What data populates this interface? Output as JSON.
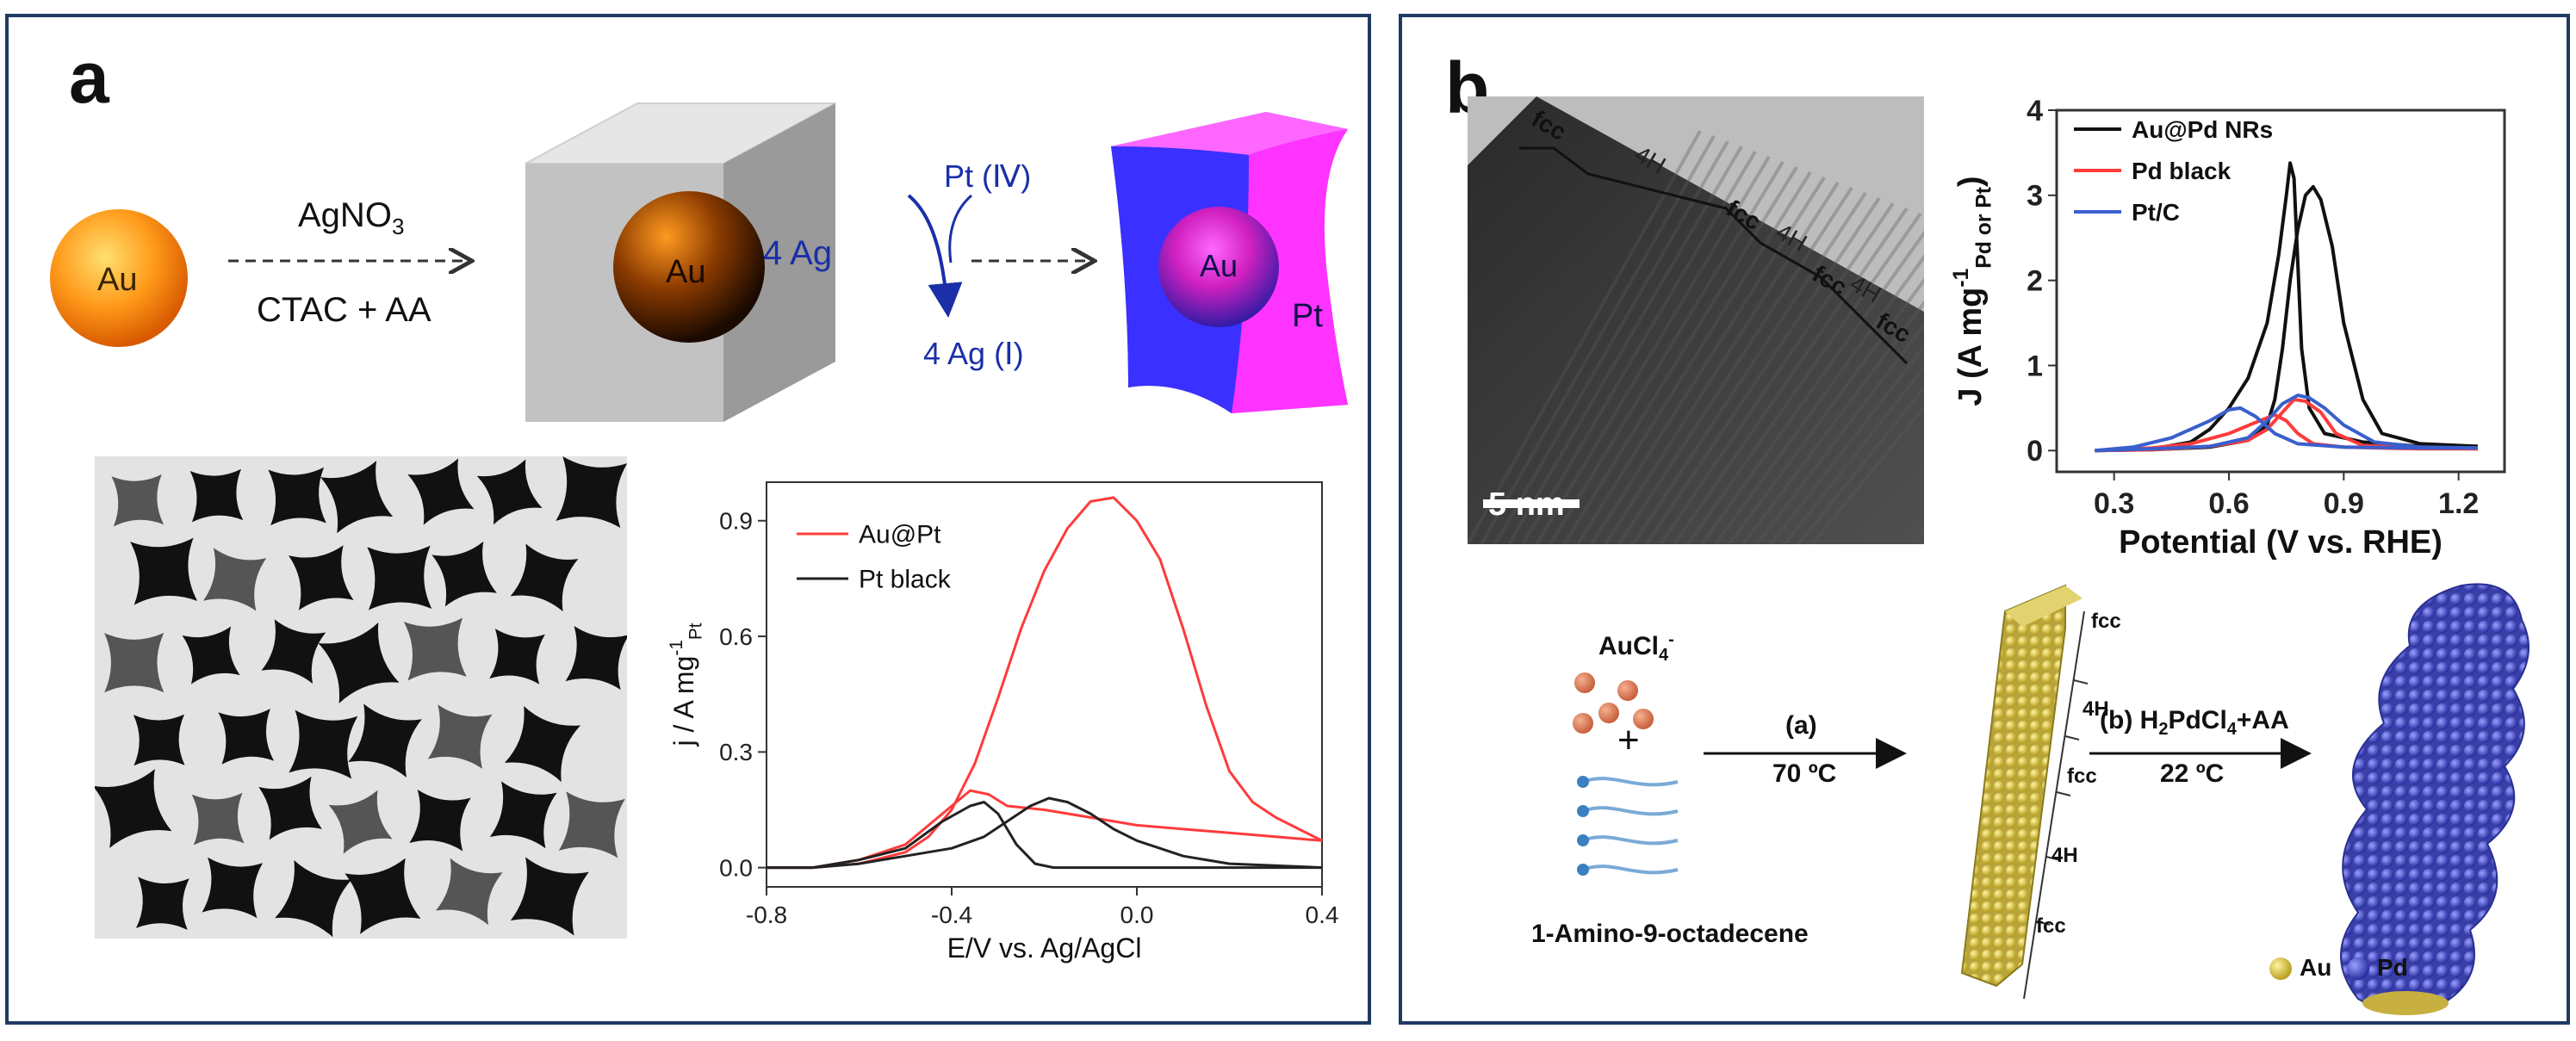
{
  "colors": {
    "frame": "#1f3b63",
    "au_orange": "#ff9a1a",
    "pt_magenta": "#ff33ff",
    "pt_blue": "#2244ff",
    "ag_blue": "#1a2fa8",
    "red": "#ff3b3b",
    "black": "#222222",
    "pd_blue": "#4a52c8",
    "au_gold": "#d7c44a",
    "precursor": "#e08060",
    "ligand": "#7aaad6"
  },
  "panel_a": {
    "letter": "a",
    "scheme": {
      "sphere_label": "Au",
      "step1_reagent_top": "AgNO",
      "step1_reagent_top_sub": "3",
      "step1_reagent_bottom": "CTAC + AA",
      "cube_core_label": "Au",
      "ag_label": "4 Ag",
      "pt_iv_label": "Pt (Ⅳ)",
      "ag_i_label": "4 Ag (Ⅰ)",
      "core_label": "Au",
      "shell_label": "Pt"
    },
    "chart_data": {
      "type": "line",
      "title": "",
      "xlabel": "E/V vs. Ag/AgCl",
      "ylabel": "j / A mg",
      "ylabel_sub": "Pt",
      "ylabel_sup": "-1",
      "xlim": [
        -0.8,
        0.4
      ],
      "ylim": [
        -0.05,
        1.0
      ],
      "xticks": [
        -0.8,
        -0.4,
        0.0,
        0.4
      ],
      "xtick_labels": [
        "-0.8",
        "-0.4",
        "0.0",
        "0.4"
      ],
      "yticks": [
        0.0,
        0.3,
        0.6,
        0.9
      ],
      "ytick_labels": [
        "0.0",
        "0.3",
        "0.6",
        "0.9"
      ],
      "legend_position": "top-left",
      "series": [
        {
          "name": "Au@Pt",
          "color": "#ff3b3b",
          "forward": [
            [
              -0.8,
              0.0
            ],
            [
              -0.7,
              0.0
            ],
            [
              -0.6,
              0.02
            ],
            [
              -0.5,
              0.06
            ],
            [
              -0.42,
              0.14
            ],
            [
              -0.36,
              0.2
            ],
            [
              -0.32,
              0.19
            ],
            [
              -0.28,
              0.16
            ],
            [
              -0.2,
              0.15
            ],
            [
              -0.1,
              0.13
            ],
            [
              0.0,
              0.11
            ],
            [
              0.1,
              0.1
            ],
            [
              0.2,
              0.09
            ],
            [
              0.3,
              0.08
            ],
            [
              0.4,
              0.07
            ]
          ],
          "reverse": [
            [
              0.4,
              0.07
            ],
            [
              0.35,
              0.1
            ],
            [
              0.3,
              0.13
            ],
            [
              0.25,
              0.17
            ],
            [
              0.2,
              0.25
            ],
            [
              0.15,
              0.42
            ],
            [
              0.1,
              0.62
            ],
            [
              0.05,
              0.8
            ],
            [
              0.0,
              0.9
            ],
            [
              -0.05,
              0.96
            ],
            [
              -0.1,
              0.95
            ],
            [
              -0.15,
              0.88
            ],
            [
              -0.2,
              0.77
            ],
            [
              -0.25,
              0.62
            ],
            [
              -0.3,
              0.44
            ],
            [
              -0.35,
              0.27
            ],
            [
              -0.4,
              0.15
            ],
            [
              -0.45,
              0.08
            ],
            [
              -0.5,
              0.04
            ],
            [
              -0.6,
              0.01
            ],
            [
              -0.7,
              0.0
            ],
            [
              -0.8,
              0.0
            ]
          ]
        },
        {
          "name": "Pt black",
          "color": "#222222",
          "forward": [
            [
              -0.8,
              0.0
            ],
            [
              -0.7,
              0.0
            ],
            [
              -0.6,
              0.02
            ],
            [
              -0.5,
              0.05
            ],
            [
              -0.42,
              0.12
            ],
            [
              -0.36,
              0.16
            ],
            [
              -0.33,
              0.17
            ],
            [
              -0.3,
              0.14
            ],
            [
              -0.26,
              0.06
            ],
            [
              -0.22,
              0.01
            ],
            [
              -0.18,
              0.0
            ],
            [
              0.0,
              0.0
            ],
            [
              0.2,
              0.0
            ],
            [
              0.4,
              0.0
            ]
          ],
          "reverse": [
            [
              0.4,
              0.0
            ],
            [
              0.2,
              0.01
            ],
            [
              0.1,
              0.03
            ],
            [
              0.0,
              0.07
            ],
            [
              -0.05,
              0.1
            ],
            [
              -0.1,
              0.14
            ],
            [
              -0.15,
              0.17
            ],
            [
              -0.19,
              0.18
            ],
            [
              -0.23,
              0.16
            ],
            [
              -0.28,
              0.12
            ],
            [
              -0.33,
              0.08
            ],
            [
              -0.4,
              0.05
            ],
            [
              -0.5,
              0.03
            ],
            [
              -0.6,
              0.01
            ],
            [
              -0.7,
              0.0
            ],
            [
              -0.8,
              0.0
            ]
          ]
        }
      ]
    }
  },
  "panel_b": {
    "letter": "b",
    "tem": {
      "scale_label": "5 nm",
      "phase_labels": [
        "fcc",
        "4H",
        "fcc",
        "4H",
        "fcc",
        "4H",
        "fcc"
      ]
    },
    "scheme": {
      "precursor_label": "AuCl",
      "precursor_sub": "4",
      "precursor_sup": "-",
      "plus": "+",
      "ligand_label": "1-Amino-9-octadecene",
      "step_a_top": "(a)",
      "step_a_bottom": "70 ºC",
      "step_b_top_prefix": "(b) H",
      "step_b_top_sub1": "2",
      "step_b_top_mid": "PdCl",
      "step_b_top_sub2": "4",
      "step_b_top_suffix": "+AA",
      "step_b_bottom": "22 ºC",
      "rod_phase_labels": [
        "fcc",
        "4H",
        "fcc",
        "4H",
        "fcc"
      ],
      "legend_au": "Au",
      "legend_pd": "Pd"
    },
    "chart_data": {
      "type": "line",
      "title": "",
      "xlabel": "Potential (V vs. RHE)",
      "ylabel": "J (A mg",
      "ylabel_sup": "-1",
      "ylabel_sub": "Pd or Pt",
      "ylabel_close": ")",
      "xlim": [
        0.15,
        1.32
      ],
      "ylim": [
        -0.25,
        4.0
      ],
      "xticks": [
        0.3,
        0.6,
        0.9,
        1.2
      ],
      "xtick_labels": [
        "0.3",
        "0.6",
        "0.9",
        "1.2"
      ],
      "yticks": [
        0,
        1,
        2,
        3,
        4
      ],
      "ytick_labels": [
        "0",
        "1",
        "2",
        "3",
        "4"
      ],
      "legend_position": "top-right",
      "series": [
        {
          "name": "Au@Pd NRs",
          "color": "#111111",
          "forward": [
            [
              0.25,
              0.0
            ],
            [
              0.4,
              0.02
            ],
            [
              0.5,
              0.1
            ],
            [
              0.55,
              0.25
            ],
            [
              0.6,
              0.5
            ],
            [
              0.65,
              0.85
            ],
            [
              0.7,
              1.5
            ],
            [
              0.73,
              2.3
            ],
            [
              0.75,
              3.0
            ],
            [
              0.76,
              3.38
            ],
            [
              0.77,
              3.2
            ],
            [
              0.78,
              2.2
            ],
            [
              0.79,
              1.2
            ],
            [
              0.81,
              0.5
            ],
            [
              0.85,
              0.2
            ],
            [
              0.95,
              0.1
            ],
            [
              1.1,
              0.05
            ],
            [
              1.25,
              0.05
            ]
          ],
          "reverse": [
            [
              1.25,
              0.05
            ],
            [
              1.1,
              0.08
            ],
            [
              1.0,
              0.2
            ],
            [
              0.95,
              0.6
            ],
            [
              0.9,
              1.5
            ],
            [
              0.87,
              2.4
            ],
            [
              0.84,
              2.95
            ],
            [
              0.82,
              3.1
            ],
            [
              0.8,
              3.0
            ],
            [
              0.78,
              2.6
            ],
            [
              0.76,
              2.0
            ],
            [
              0.74,
              1.2
            ],
            [
              0.72,
              0.6
            ],
            [
              0.7,
              0.3
            ],
            [
              0.65,
              0.12
            ],
            [
              0.55,
              0.04
            ],
            [
              0.4,
              0.01
            ],
            [
              0.25,
              0.0
            ]
          ]
        },
        {
          "name": "Pd black",
          "color": "#ff3b3b",
          "forward": [
            [
              0.25,
              0.0
            ],
            [
              0.4,
              0.03
            ],
            [
              0.5,
              0.08
            ],
            [
              0.6,
              0.2
            ],
            [
              0.68,
              0.35
            ],
            [
              0.72,
              0.42
            ],
            [
              0.75,
              0.35
            ],
            [
              0.78,
              0.2
            ],
            [
              0.82,
              0.08
            ],
            [
              0.9,
              0.04
            ],
            [
              1.1,
              0.02
            ],
            [
              1.25,
              0.02
            ]
          ],
          "reverse": [
            [
              1.25,
              0.02
            ],
            [
              1.1,
              0.03
            ],
            [
              0.95,
              0.06
            ],
            [
              0.88,
              0.2
            ],
            [
              0.84,
              0.45
            ],
            [
              0.8,
              0.58
            ],
            [
              0.77,
              0.6
            ],
            [
              0.74,
              0.45
            ],
            [
              0.7,
              0.25
            ],
            [
              0.65,
              0.12
            ],
            [
              0.55,
              0.05
            ],
            [
              0.4,
              0.01
            ],
            [
              0.25,
              0.0
            ]
          ]
        },
        {
          "name": "Pt/C",
          "color": "#3a5fcd",
          "forward": [
            [
              0.25,
              0.0
            ],
            [
              0.35,
              0.04
            ],
            [
              0.45,
              0.15
            ],
            [
              0.55,
              0.35
            ],
            [
              0.6,
              0.48
            ],
            [
              0.63,
              0.5
            ],
            [
              0.67,
              0.4
            ],
            [
              0.72,
              0.2
            ],
            [
              0.78,
              0.08
            ],
            [
              0.9,
              0.04
            ],
            [
              1.1,
              0.03
            ],
            [
              1.25,
              0.03
            ]
          ],
          "reverse": [
            [
              1.25,
              0.03
            ],
            [
              1.1,
              0.04
            ],
            [
              0.98,
              0.1
            ],
            [
              0.9,
              0.3
            ],
            [
              0.85,
              0.5
            ],
            [
              0.81,
              0.62
            ],
            [
              0.78,
              0.65
            ],
            [
              0.74,
              0.55
            ],
            [
              0.7,
              0.35
            ],
            [
              0.65,
              0.15
            ],
            [
              0.55,
              0.05
            ],
            [
              0.4,
              0.02
            ],
            [
              0.25,
              0.0
            ]
          ]
        }
      ]
    }
  }
}
